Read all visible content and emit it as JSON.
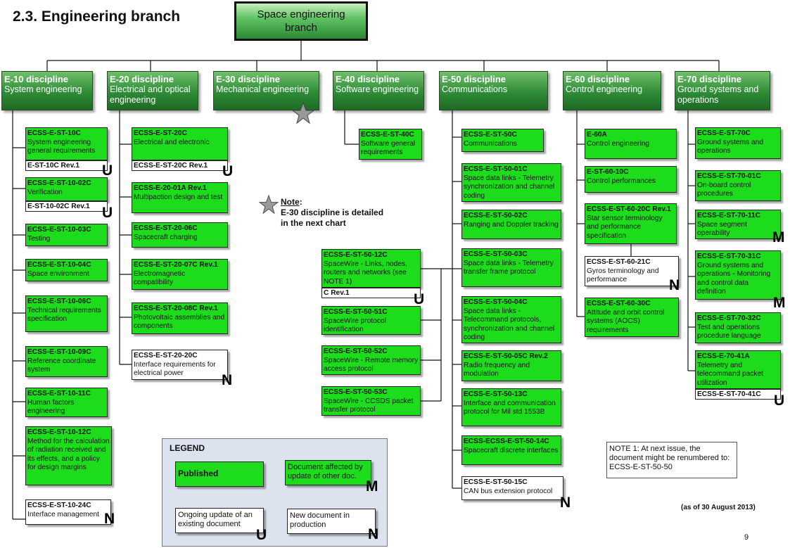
{
  "page_title": "2.3. Engineering branch",
  "root": "Space engineering branch",
  "disciplines": [
    {
      "id": "E-10 discipline",
      "name": "System engineering"
    },
    {
      "id": "E-20 discipline",
      "name": "Electrical and optical engineering"
    },
    {
      "id": "E-30 discipline",
      "name": "Mechanical engineering"
    },
    {
      "id": "E-40 discipline",
      "name": "Software engineering"
    },
    {
      "id": "E-50 discipline",
      "name": "Communications"
    },
    {
      "id": "E-60 discipline",
      "name": "Control engineering"
    },
    {
      "id": "E-70 discipline",
      "name": "Ground systems and operations"
    }
  ],
  "e10": [
    {
      "code": "ECSS-E-ST-10C",
      "title": "System engineering general requirements",
      "sub": "E-ST-10C Rev.1",
      "badge": "U"
    },
    {
      "code": "ECSS-E-ST-10-02C",
      "title": "Verification",
      "sub": "E-ST-10-02C Rev.1",
      "badge": "U"
    },
    {
      "code": "ECSS-E-ST-10-03C",
      "title": "Testing"
    },
    {
      "code": "ECSS-E-ST-10-04C",
      "title": "Space environment"
    },
    {
      "code": "ECSS-E-ST-10-06C",
      "title": "Technical requirements specification"
    },
    {
      "code": "ECSS-E-ST-10-09C",
      "title": "Reference coordinate system"
    },
    {
      "code": "ECSS-E-ST-10-11C",
      "title": "Human factors engineering"
    },
    {
      "code": "ECSS-E-ST-10-12C",
      "title": "Method for the calculation of radiation received and its effects, and a policy for design margins"
    },
    {
      "code": "ECSS-E-ST-10-24C",
      "title": "Interface management",
      "badge": "N"
    }
  ],
  "e20": [
    {
      "code": "ECSS-E-ST-20C",
      "title": "Electrical and electronic",
      "sub": "ECSS-E-ST-20C Rev.1",
      "badge": "U"
    },
    {
      "code": "ECSS-E-20-01A Rev.1",
      "title": "Multipaction design and test"
    },
    {
      "code": "ECSS-E-ST-20-06C",
      "title": "Spacecraft charging"
    },
    {
      "code": "ECSS-E-ST-20-07C Rev.1",
      "title": "Electromagnetic compatibility"
    },
    {
      "code": "ECSS-E-ST-20-08C Rev.1",
      "title": "Photovoltaic assemblies and components"
    },
    {
      "code": "ECSS-E-ST-20-20C",
      "title": "Interface requirements for electrical power",
      "badge": "N"
    }
  ],
  "e40": [
    {
      "code": "ECSS-E-ST-40C",
      "title": "Software general requirements"
    }
  ],
  "e50_left": [
    {
      "code": "ECSS-E-ST-50-12C",
      "title": "SpaceWire - Links, nodes, routers and networks (see NOTE 1)",
      "sub": "C Rev.1",
      "badge": "U"
    },
    {
      "code": "ECSS-E-ST-50-51C",
      "title": "SpaceWire protocol identification"
    },
    {
      "code": "ECSS-E-ST-50-52C",
      "title": "SpaceWire - Remote memory access protocol"
    },
    {
      "code": "ECSS-E-ST-50-53C",
      "title": "SpaceWire - CCSDS packet transfer protocol"
    }
  ],
  "e50": [
    {
      "code": "ECSS-E-ST-50C",
      "title": "Communications"
    },
    {
      "code": "ECSS-E-ST-50-01C",
      "title": "Space data links - Telemetry synchronization and channel coding"
    },
    {
      "code": "ECSS-E-ST-50-02C",
      "title": "Ranging and Doppler tracking"
    },
    {
      "code": "ECSS-E-ST-50-03C",
      "title": "Space data links - Telemetry transfer frame protocol"
    },
    {
      "code": "ECSS-E-ST-50-04C",
      "title": "Space data links - Telecommand protocols, synchronization and channel coding"
    },
    {
      "code": "ECSS-E-ST-50-05C Rev.2",
      "title": "Radio frequency and modulation"
    },
    {
      "code": "ECSS-E-ST-50-13C",
      "title": "Interface and communication protocol for Mil std 1553B"
    },
    {
      "code": "ECSS-ECSS-E-ST-50-14C",
      "title": "Spacecraft discrete interfaces"
    },
    {
      "code": "ECSS-E-ST-50-15C",
      "title": "CAN bus extension protocol",
      "badge": "N"
    }
  ],
  "e60": [
    {
      "code": "E-60A",
      "title": "Control engineering"
    },
    {
      "code": "E-ST-60-10C",
      "title": "Control performances"
    },
    {
      "code": "ECSS-E-ST-60-20C Rev.1",
      "title": "Star sensor terminology and performance specification"
    },
    {
      "code": "ECSS-E-ST-60-21C",
      "title": "Gyros terminology and performance",
      "badge": "N"
    },
    {
      "code": "ECSS-E-ST-60-30C",
      "title": "Attitude and orbit control systems (AOCS) requirements"
    }
  ],
  "e70": [
    {
      "code": "ECSS-E-ST-70C",
      "title": "Ground systems and operations"
    },
    {
      "code": "ECSS-E-ST-70-01C",
      "title": "On-board control procedures"
    },
    {
      "code": "ECSS-E-ST-70-11C",
      "title": "Space segment operability",
      "badge": "M"
    },
    {
      "code": "ECSS-E-ST-70-31C",
      "title": "Ground systems and operations - Monitoring and control data definition",
      "badge": "M"
    },
    {
      "code": "ECSS-E-ST-70-32C",
      "title": "Test and operations procedure language"
    },
    {
      "code": "ECSS-E-70-41A",
      "title": "Telemetry and telecommand packet utilization",
      "sub": "ECSS-E-ST-70-41C",
      "badge": "U"
    }
  ],
  "note": {
    "label": "Note",
    "colon": ":",
    "line1": "E-30 discipline is detailed",
    "line2": "in the next chart"
  },
  "legend": {
    "title": "LEGEND",
    "published": "Published",
    "affected": "Document affected by update of other doc.",
    "ongoing": "Ongoing update of an existing document",
    "new": "New document in production",
    "badge_m": "M",
    "badge_u": "U",
    "badge_n": "N"
  },
  "note1": "NOTE 1: At next issue, the document might be renumbered to: ECSS-E-ST-50-50",
  "as_of": "(as of 30 August 2013)",
  "page_number": "9"
}
